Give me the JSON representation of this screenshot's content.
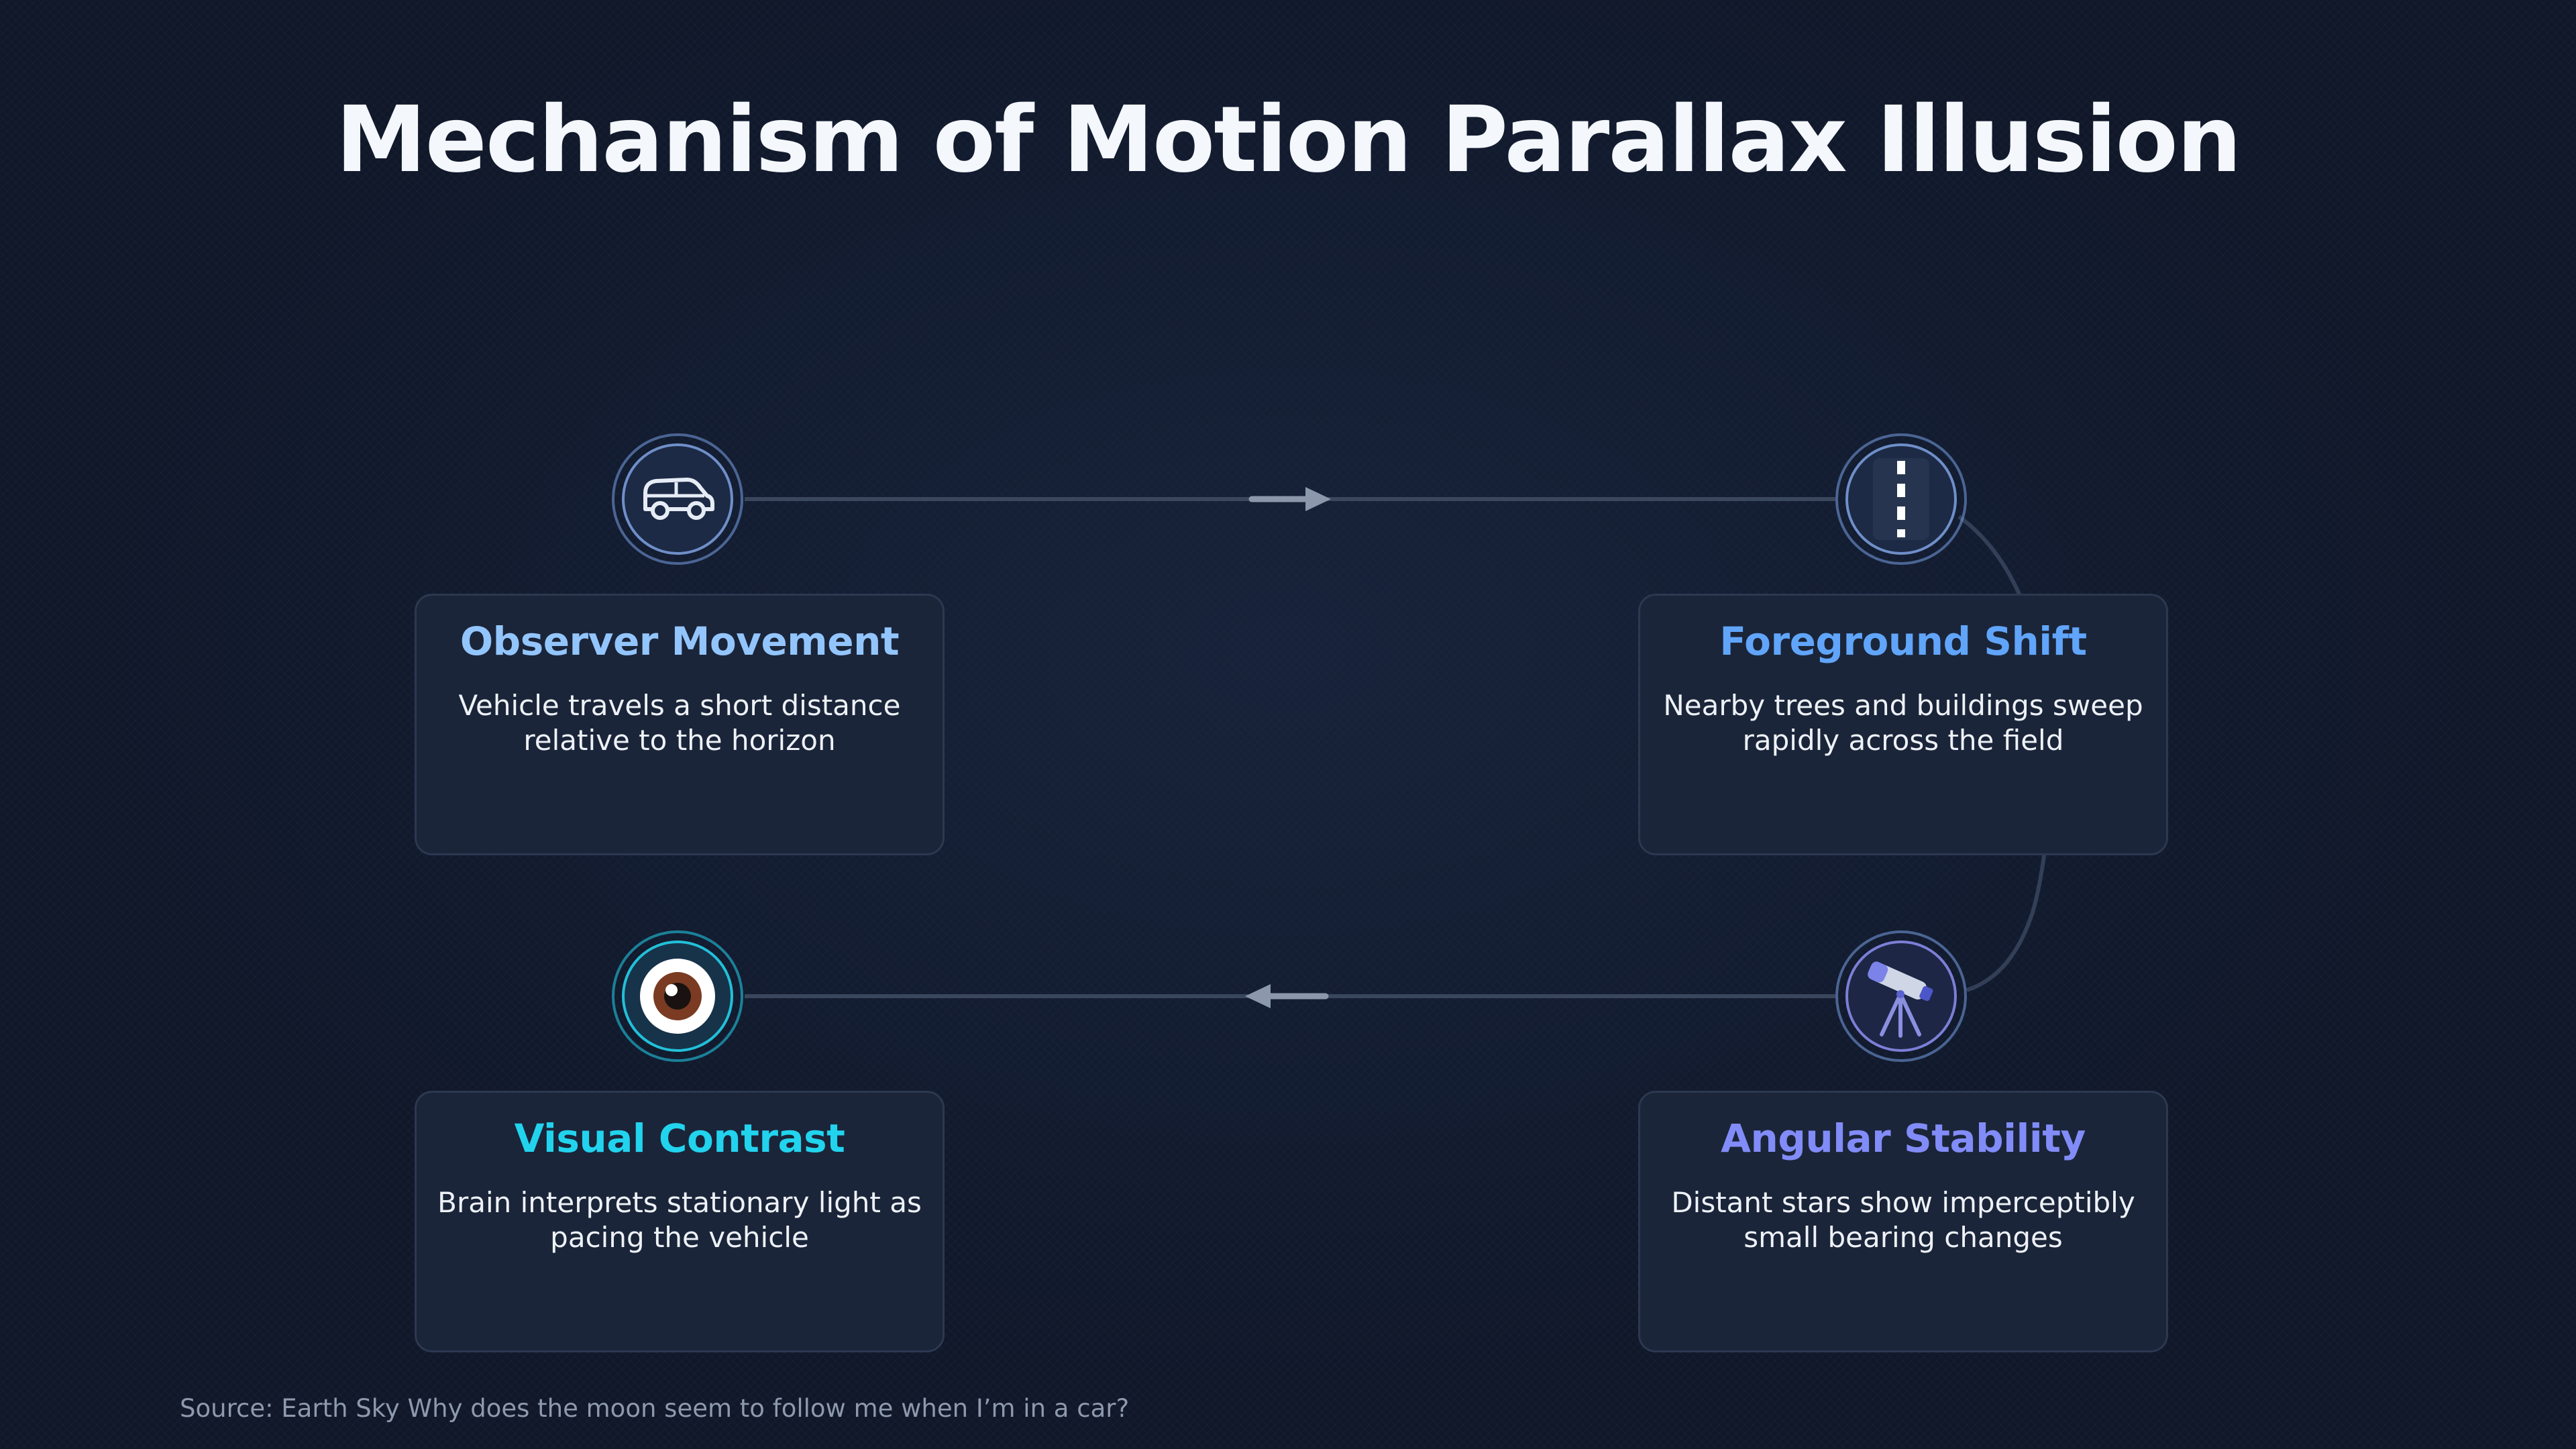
{
  "title": "Mechanism of Motion Parallax Illusion",
  "colors": {
    "background": "#0f1729",
    "card": "#1b2539",
    "connector": "#3a465c",
    "arrow": "#8b97aa"
  },
  "steps": [
    {
      "title": "Observer Movement",
      "description": "Vehicle travels a short distance relative to the horizon",
      "icon": "car-icon",
      "color": "#93c5fd"
    },
    {
      "title": "Foreground Shift",
      "description": "Nearby trees and buildings sweep rapidly across the field",
      "icon": "road-icon",
      "color": "#60a5fa"
    },
    {
      "title": "Angular Stability",
      "description": "Distant stars show imperceptibly small bearing changes",
      "icon": "telescope-icon",
      "color": "#818cf8"
    },
    {
      "title": "Visual Contrast",
      "description": "Brain interprets stationary light as pacing the vehicle",
      "icon": "eye-icon",
      "color": "#22d3ee"
    }
  ],
  "source": "Source: Earth Sky Why does the moon seem to follow me when I’m in a car?"
}
